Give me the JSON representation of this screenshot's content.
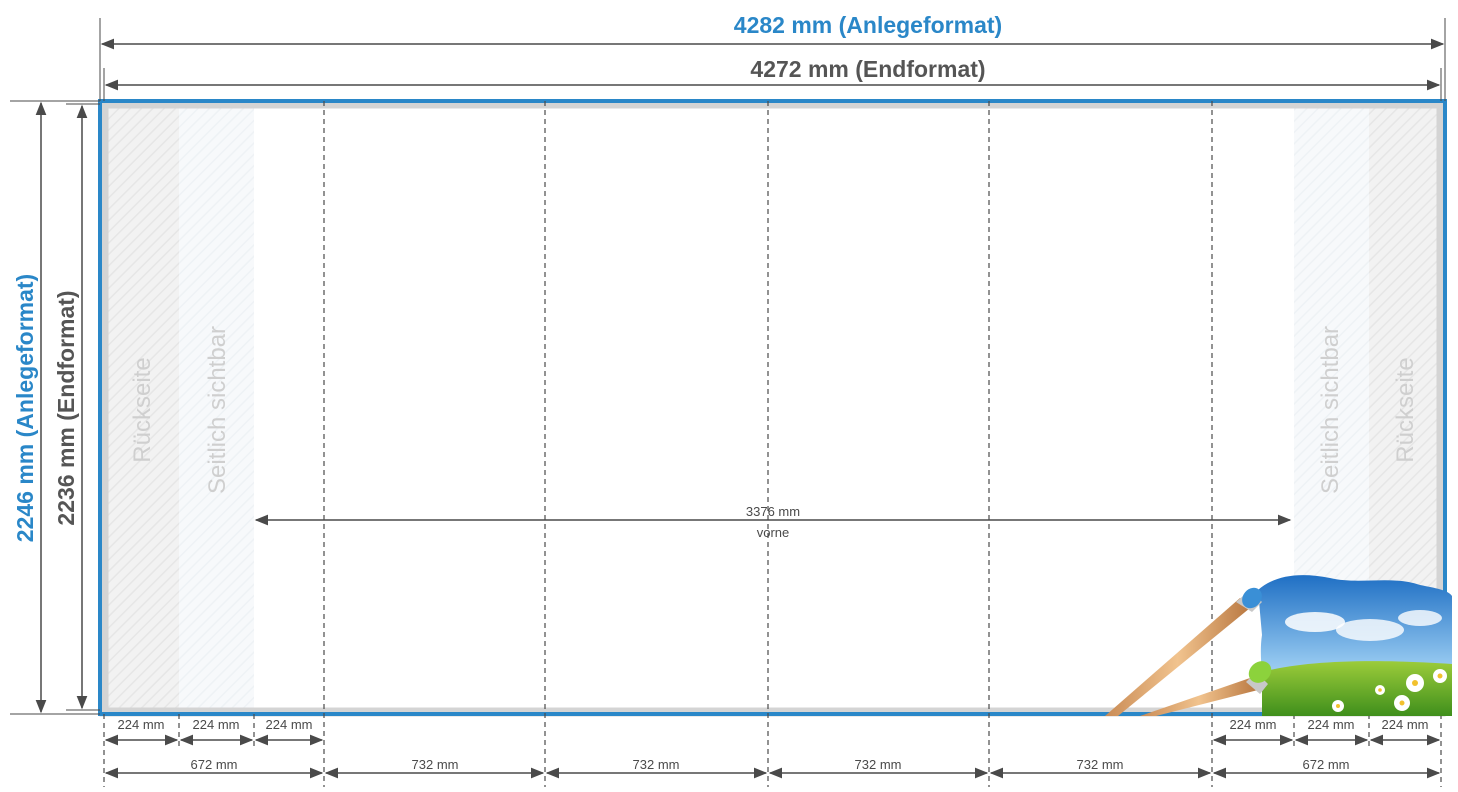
{
  "dimensions": {
    "top_outer_label": "4282 mm (Anlegeformat)",
    "top_inner_label": "4272 mm (Endformat)",
    "left_outer_label": "2246 mm (Anlegeformat)",
    "left_inner_label": "2236 mm (Endformat)"
  },
  "front": {
    "width_label": "3376 mm",
    "caption": "vorne"
  },
  "zones": {
    "back_left": "Rückseite",
    "side_left": "Seitlich sichtbar",
    "side_right": "Seitlich sichtbar",
    "back_right": "Rückseite"
  },
  "bottom_small": [
    "224 mm",
    "224 mm",
    "224 mm",
    "224 mm",
    "224 mm",
    "224 mm"
  ],
  "bottom_large": [
    "672 mm",
    "732 mm",
    "732 mm",
    "732 mm",
    "732 mm",
    "672 mm"
  ],
  "colors": {
    "accent": "#2a87c8",
    "dark": "#4a4a4a",
    "zone_text": "#cfcfcf",
    "safety_band": "#d4d4d4"
  },
  "icons": [
    "paint-brush-icon",
    "landscape-illustration"
  ]
}
